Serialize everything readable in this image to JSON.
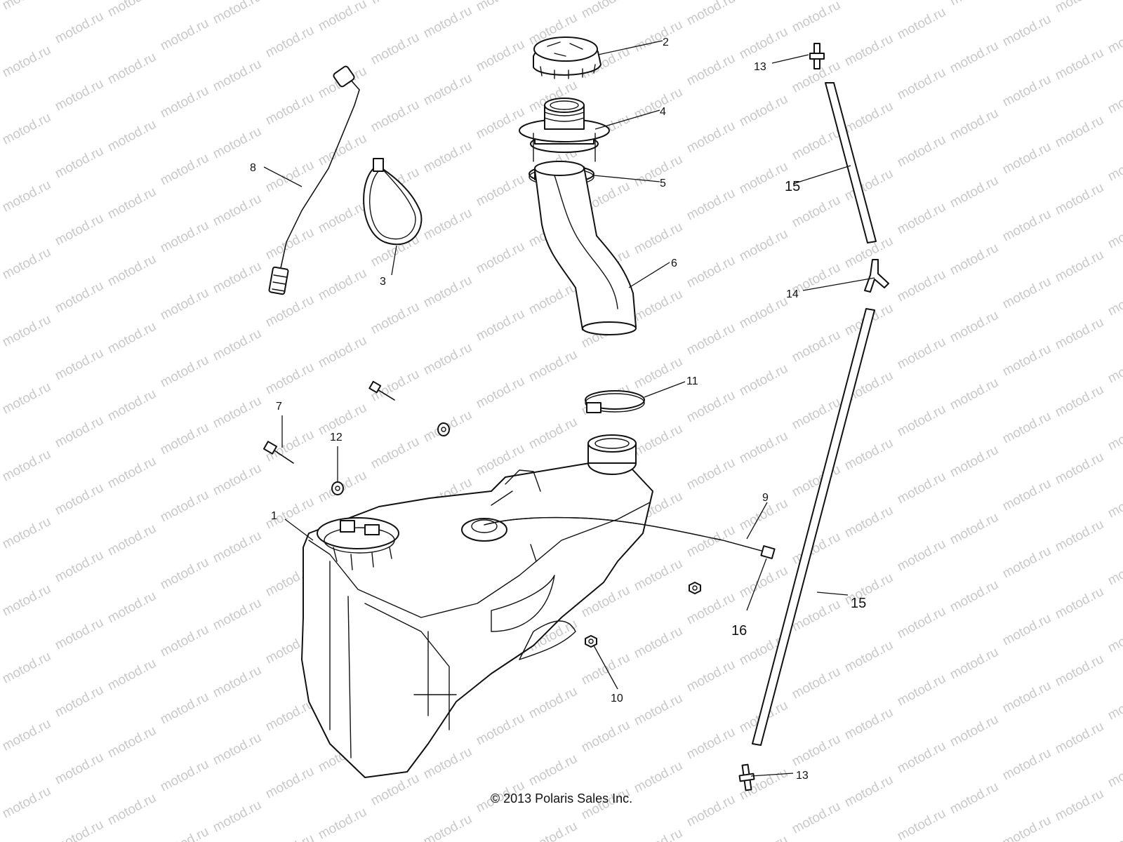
{
  "diagram": {
    "watermark_text": "motod.ru",
    "copyright": "© 2013 Polaris Sales Inc.",
    "callouts": [
      {
        "id": "c1",
        "text": "1"
      },
      {
        "id": "c2",
        "text": "2"
      },
      {
        "id": "c3",
        "text": "3"
      },
      {
        "id": "c4",
        "text": "4"
      },
      {
        "id": "c5",
        "text": "5"
      },
      {
        "id": "c6",
        "text": "6"
      },
      {
        "id": "c7",
        "text": "7"
      },
      {
        "id": "c8",
        "text": "8"
      },
      {
        "id": "c9",
        "text": "9"
      },
      {
        "id": "c10",
        "text": "10"
      },
      {
        "id": "c11",
        "text": "11"
      },
      {
        "id": "c12",
        "text": "12"
      },
      {
        "id": "c13a",
        "text": "13"
      },
      {
        "id": "c13b",
        "text": "13"
      },
      {
        "id": "c14",
        "text": "14"
      },
      {
        "id": "c15a",
        "text": "15"
      },
      {
        "id": "c15b",
        "text": "15"
      },
      {
        "id": "c16",
        "text": "16"
      }
    ]
  }
}
